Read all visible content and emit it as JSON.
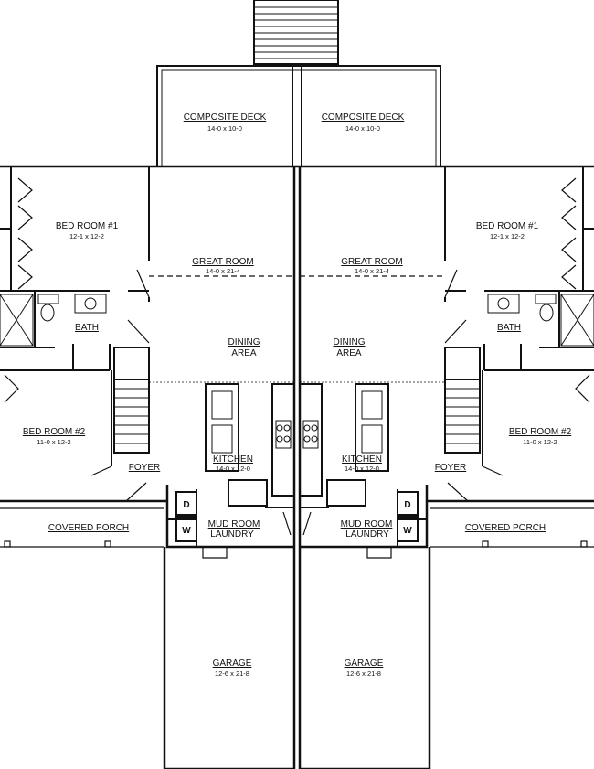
{
  "rooms": {
    "deck_left": {
      "name": "COMPOSITE DECK",
      "dim": "14-0 x 10-0"
    },
    "deck_right": {
      "name": "COMPOSITE DECK",
      "dim": "14-0 x 10-0"
    },
    "bed1_left": {
      "name": "BED ROOM #1",
      "dim": "12-1 x 12-2"
    },
    "bed1_right": {
      "name": "BED ROOM #1",
      "dim": "12-1 x 12-2"
    },
    "great_left": {
      "name": "GREAT ROOM",
      "dim": "14-0 x 21-4"
    },
    "great_right": {
      "name": "GREAT ROOM",
      "dim": "14-0 x 21-4"
    },
    "bath_left": {
      "name": "BATH"
    },
    "bath_right": {
      "name": "BATH"
    },
    "dining_left": {
      "name": "DINING",
      "name2": "AREA"
    },
    "dining_right": {
      "name": "DINING",
      "name2": "AREA"
    },
    "bed2_left": {
      "name": "BED ROOM #2",
      "dim": "11-0 x 12-2"
    },
    "bed2_right": {
      "name": "BED ROOM #2",
      "dim": "11-0 x 12-2"
    },
    "foyer_left": {
      "name": "FOYER"
    },
    "foyer_right": {
      "name": "FOYER"
    },
    "kitchen_left": {
      "name": "KITCHEN",
      "dim": "14-0 x 12-0"
    },
    "kitchen_right": {
      "name": "KITCHEN",
      "dim": "14-0 x 12-0"
    },
    "porch_left": {
      "name": "COVERED PORCH"
    },
    "porch_right": {
      "name": "COVERED PORCH"
    },
    "mud_left": {
      "name": "MUD ROOM",
      "name2": "LAUNDRY"
    },
    "mud_right": {
      "name": "MUD ROOM",
      "name2": "LAUNDRY"
    },
    "garage_left": {
      "name": "GARAGE",
      "dim": "12-6 x 21-8"
    },
    "garage_right": {
      "name": "GARAGE",
      "dim": "12-6 x 21-8"
    }
  },
  "appliances": {
    "dryer": "D",
    "washer": "W"
  }
}
